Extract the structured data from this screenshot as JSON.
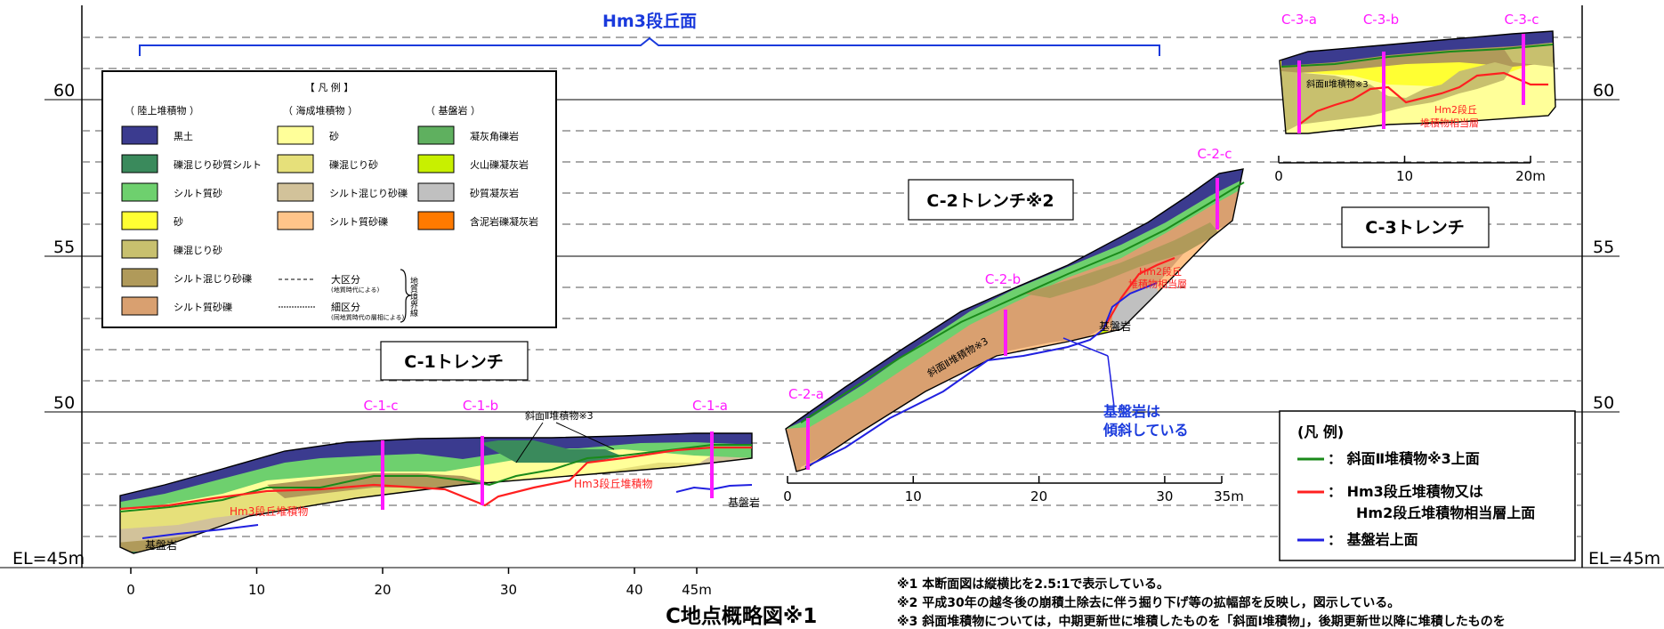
{
  "elevation": {
    "left_labels": [
      "60",
      "55",
      "50",
      "EL=45m"
    ],
    "right_labels": [
      "60",
      "55",
      "50",
      "EL=45m"
    ]
  },
  "terrace_label": "Hm3段丘面",
  "legend": {
    "title": "【 凡 例 】",
    "group_headers": [
      "（ 陸上堆積物 ）",
      "（ 海成堆積物 ）",
      "（ 基盤岩 ）"
    ],
    "land": [
      {
        "label": "黒土",
        "color": "#3b3b8f"
      },
      {
        "label": "礫混じり砂質シルト",
        "color": "#3a8a5c"
      },
      {
        "label": "シルト質砂",
        "color": "#6ed06e"
      },
      {
        "label": "砂",
        "color": "#ffff33"
      },
      {
        "label": "礫混じり砂",
        "color": "#c8c06e"
      },
      {
        "label": "シルト混じり砂礫",
        "color": "#b09a5a"
      },
      {
        "label": "シルト質砂礫",
        "color": "#d9a070"
      }
    ],
    "marine": [
      {
        "label": "砂",
        "color": "#ffff99"
      },
      {
        "label": "礫混じり砂",
        "color": "#e6e07a"
      },
      {
        "label": "シルト混じり砂礫",
        "color": "#d2c29a"
      },
      {
        "label": "シルト質砂礫",
        "color": "#ffc48a"
      }
    ],
    "bedrock": [
      {
        "label": "凝灰角礫岩",
        "color": "#5fb05f"
      },
      {
        "label": "火山礫凝灰岩",
        "color": "#c8f000"
      },
      {
        "label": "砂質凝灰岩",
        "color": "#c0c0c0"
      },
      {
        "label": "含泥岩礫凝灰岩",
        "color": "#ff7a00"
      }
    ],
    "boundaries": {
      "major": "大区分",
      "major_note": "(地質時代による)",
      "minor": "細区分",
      "minor_note": "(同地質時代の層相による)",
      "bracket_label": "地質境界線"
    }
  },
  "trenches": {
    "c1": {
      "title": "C-1トレンチ",
      "cores": [
        "C-1-c",
        "C-1-b",
        "C-1-a"
      ],
      "labels": {
        "slope_deposit": "斜面Ⅱ堆積物※3",
        "terrace_deposit": "Hm3段丘堆積物",
        "bedrock": "基盤岩"
      },
      "axis_ticks": [
        "0",
        "10",
        "20",
        "30",
        "40",
        "45m"
      ]
    },
    "c2": {
      "title": "C-2トレンチ※2",
      "cores": [
        "C-2-a",
        "C-2-b",
        "C-2-c"
      ],
      "labels": {
        "slope_deposit": "斜面Ⅱ堆積物※3",
        "hm2": "Hm2段丘",
        "hm2_b": "堆積物相当層",
        "bedrock": "基盤岩"
      },
      "axis_ticks": [
        "0",
        "10",
        "20",
        "30",
        "35m"
      ]
    },
    "c3": {
      "title": "C-3トレンチ",
      "cores": [
        "C-3-a",
        "C-3-b",
        "C-3-c"
      ],
      "labels": {
        "slope_deposit": "斜面Ⅱ堆積物※3",
        "hm2": "Hm2段丘",
        "hm2_b": "堆積物相当層"
      },
      "axis_ticks": [
        "0",
        "10",
        "20m"
      ]
    }
  },
  "annotation": {
    "line1": "基盤岩は",
    "line2": "傾斜している"
  },
  "line_legend": {
    "title": "(凡 例)",
    "items": [
      {
        "text": "：  斜面Ⅱ堆積物※3上面",
        "color": "#1a8a1a"
      },
      {
        "text": "：  Hm3段丘堆積物又は",
        "text2": "Hm2段丘堆積物相当層上面",
        "color": "#ff2020"
      },
      {
        "text": "：  基盤岩上面",
        "color": "#2020e0"
      }
    ]
  },
  "footnotes": {
    "n1": "※1  本断面図は縦横比を2.5:1で表示している。",
    "n2": "※2  平成30年の越冬後の崩積土除去に伴う掘り下げ等の拡幅部を反映し，図示している。",
    "n3": "※3  斜面堆積物については，中期更新世に堆積したものを「斜面Ⅰ堆積物」，後期更新世以降に堆積したものを"
  },
  "figure_title": "C地点概略図※1"
}
